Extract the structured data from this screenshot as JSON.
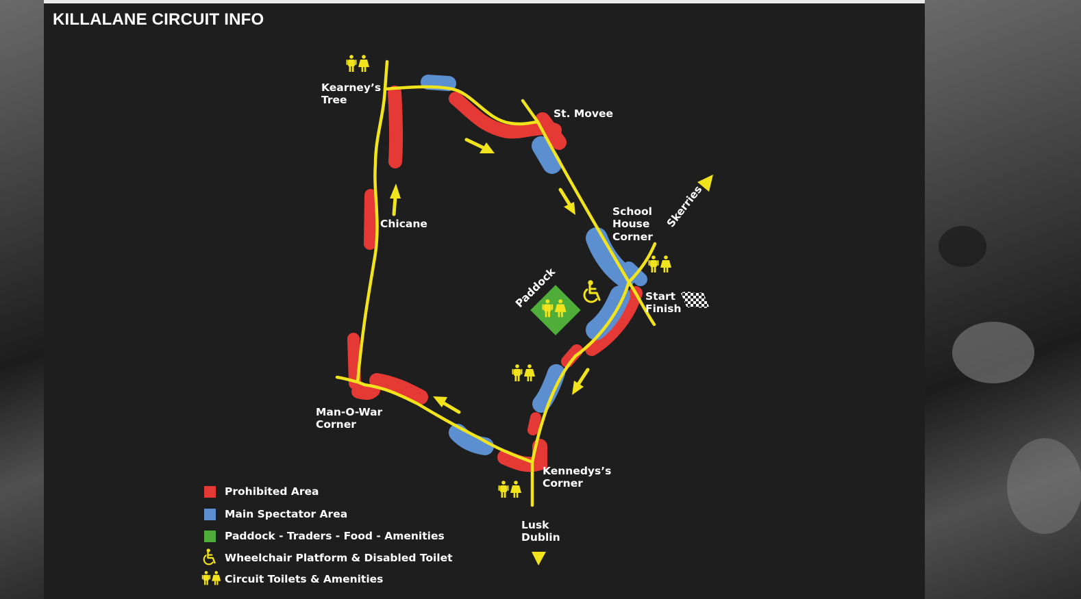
{
  "page": {
    "title": "KILLALANE CIRCUIT INFO"
  },
  "colors": {
    "track": "#f2e41c",
    "prohibited": "#e53935",
    "spectator": "#5b8fd0",
    "paddock": "#4fae3a",
    "icon": "#f2e41c",
    "text": "#ffffff",
    "panel": "#1e1e1e"
  },
  "map": {
    "labels": {
      "kearneys_tree": [
        "Kearney’s",
        "Tree"
      ],
      "st_movee": "St. Movee",
      "chicane": "Chicane",
      "school_house_corner": [
        "School",
        "House",
        "Corner"
      ],
      "skerries": "Skerries",
      "paddock": "Paddock",
      "start_finish": [
        "Start",
        "Finish"
      ],
      "man_o_war_corner": [
        "Man-O-War",
        "Corner"
      ],
      "kennedys_corner": [
        "Kennedys’s",
        "Corner"
      ],
      "lusk_dublin": [
        "Lusk",
        "Dublin"
      ]
    },
    "legend": [
      {
        "label": "Prohibited Area",
        "icon": "red-square"
      },
      {
        "label": "Main Spectator Area",
        "icon": "blue-square"
      },
      {
        "label": "Paddock - Traders - Food - Amenities",
        "icon": "green-square"
      },
      {
        "label": "Wheelchair Platform & Disabled Toilet",
        "icon": "wheelchair-icon"
      },
      {
        "label": "Circuit Toilets & Amenities",
        "icon": "toilets-icon"
      }
    ]
  }
}
